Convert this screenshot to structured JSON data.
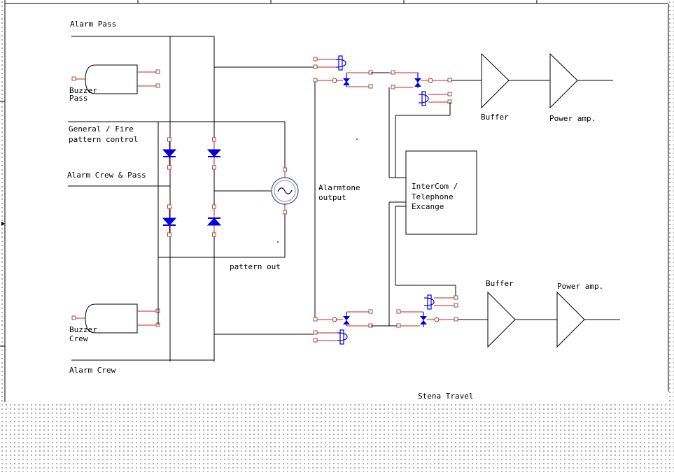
{
  "labels": {
    "alarm_pass": "Alarm Pass",
    "buzzer_pass": [
      "Buzzer",
      "Pass"
    ],
    "general_fire": [
      "General / Fire",
      "pattern control"
    ],
    "alarm_crew_pass": "Alarm Crew & Pass",
    "alarmtone_output": [
      "Alarmtone",
      "output"
    ],
    "pattern_out": "pattern out",
    "buzzer_crew": [
      "Buzzer",
      "Crew"
    ],
    "alarm_crew": "Alarm Crew",
    "intercom": [
      "InterCom /",
      "Telephone",
      "Excange"
    ],
    "buffer_top": "Buffer",
    "power_amp_top": "Power amp.",
    "buffer_bottom": "Buffer",
    "power_amp_bottom": "Power amp.",
    "footer": "Stena Travel"
  },
  "colors": {
    "wire": "#000000",
    "lead": "#cc2222",
    "component": "#0000e0",
    "background": "#ffffff"
  }
}
